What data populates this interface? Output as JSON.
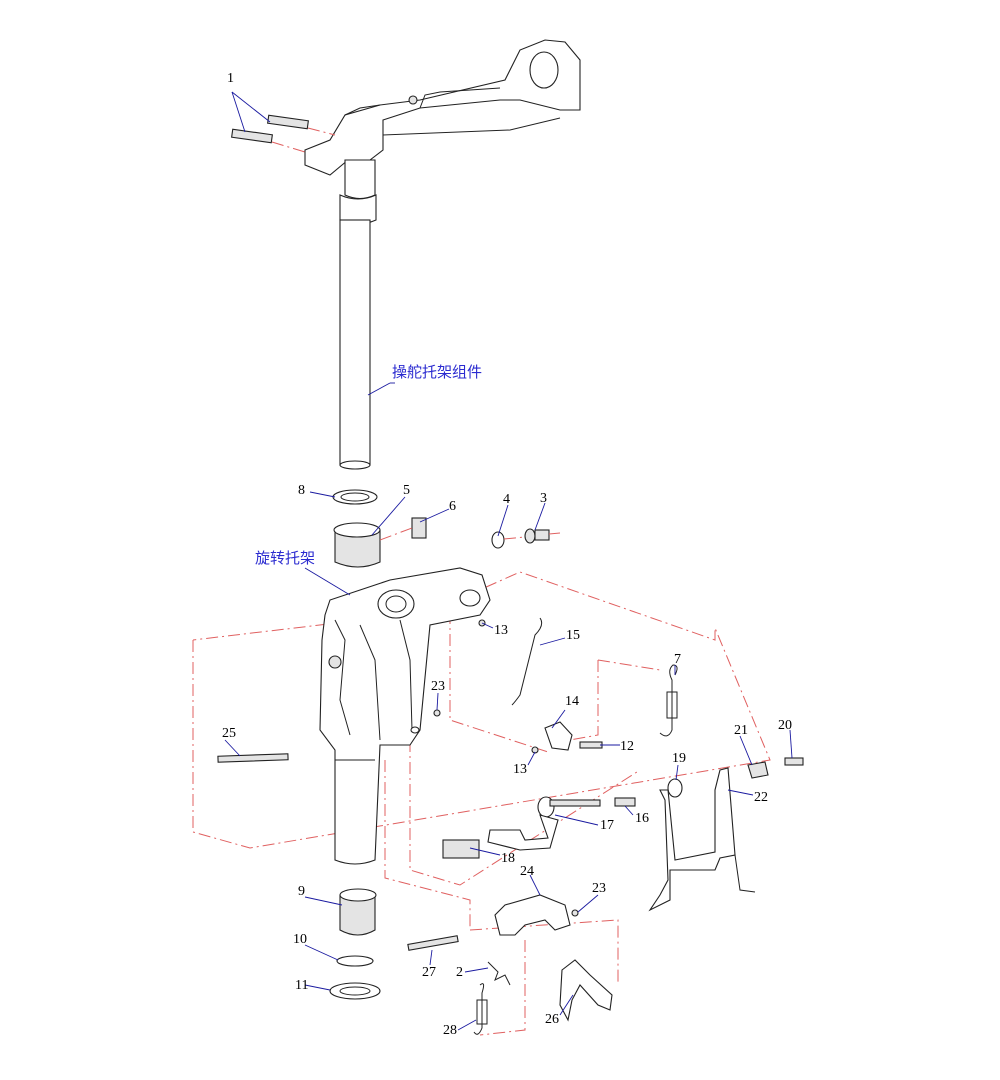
{
  "colors": {
    "leader": "#1a1aa0",
    "assembly_label": "#2b2bd0",
    "dash": "#e06060"
  },
  "labels": {
    "assembly_tiller": "操舵托架组件",
    "assembly_swivel": "旋转托架",
    "parts": [
      "1",
      "8",
      "5",
      "6",
      "4",
      "3",
      "13",
      "15",
      "7",
      "14",
      "12",
      "13",
      "19",
      "21",
      "20",
      "22",
      "17",
      "16",
      "18",
      "23",
      "25",
      "24",
      "23",
      "9",
      "10",
      "11",
      "27",
      "2",
      "28",
      "26"
    ]
  }
}
